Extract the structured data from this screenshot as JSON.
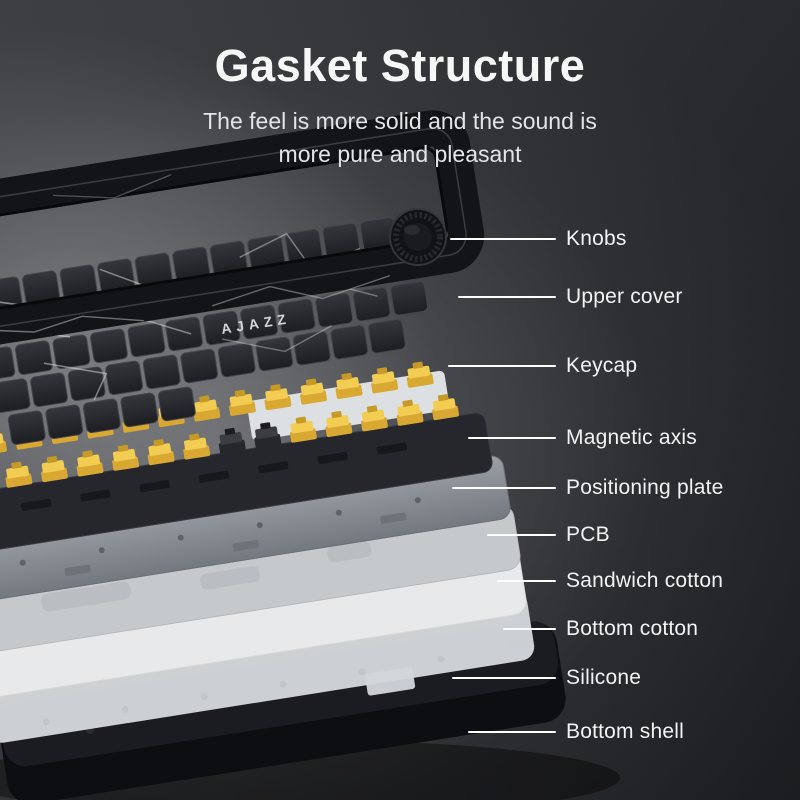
{
  "page": {
    "title": "Gasket Structure",
    "subtitle_line1": "The feel is more solid and the sound is",
    "subtitle_line2": "more pure and pleasant"
  },
  "keyboard": {
    "brand": "AJAZZ"
  },
  "callouts": [
    {
      "label": "Knobs"
    },
    {
      "label": "Upper cover"
    },
    {
      "label": "Keycap"
    },
    {
      "label": "Magnetic axis"
    },
    {
      "label": "Positioning plate"
    },
    {
      "label": "PCB"
    },
    {
      "label": "Sandwich cotton"
    },
    {
      "label": "Bottom cotton"
    },
    {
      "label": "Silicone"
    },
    {
      "label": "Bottom shell"
    }
  ],
  "colors": {
    "background_dark": "#1c1d20",
    "text": "#f3f3f4",
    "leader_line": "#ffffff",
    "switch_yellow": "#f2cd52",
    "keycap_dark": "#232428",
    "pcb_gray": "#8d9298",
    "cotton_light": "#e7e9eb"
  }
}
